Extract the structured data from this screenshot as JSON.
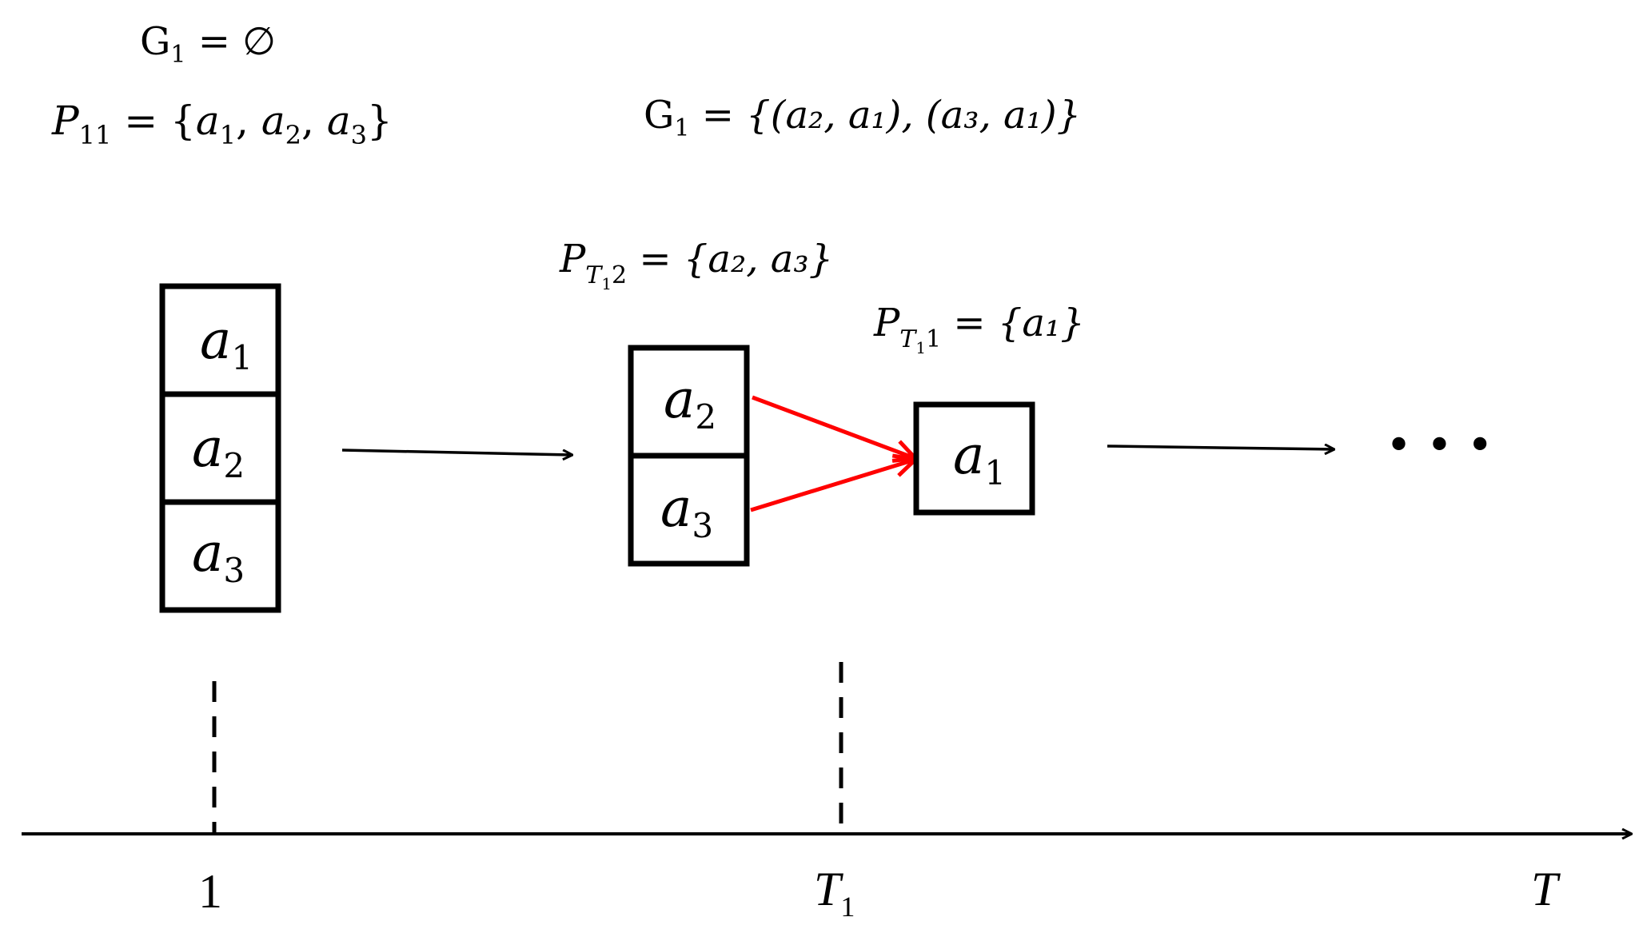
{
  "labels": {
    "g1_empty": {
      "G": "G",
      "sub": "1",
      "rest": " = ∅"
    },
    "p11": {
      "P": "P",
      "sub": "11",
      "a1": "a",
      "a1s": "1",
      "a2": "a",
      "a2s": "2",
      "a3": "a",
      "a3s": "3"
    },
    "g1_edges": {
      "G": "G",
      "sub": "1",
      "text": " = {(a₂, a₁), (a₃, a₁)}"
    },
    "pt12": {
      "P": "P",
      "T": "T",
      "Ts": "1",
      "idx": "2",
      "text": " = {a₂, a₃}"
    },
    "pt11": {
      "P": "P",
      "T": "T",
      "Ts": "1",
      "idx": "1",
      "text": " = {a₁}"
    }
  },
  "stack1": [
    {
      "name": "a",
      "sub": "1"
    },
    {
      "name": "a",
      "sub": "2"
    },
    {
      "name": "a",
      "sub": "3"
    }
  ],
  "stack2": [
    {
      "name": "a",
      "sub": "2"
    },
    {
      "name": "a",
      "sub": "3"
    }
  ],
  "stack3": [
    {
      "name": "a",
      "sub": "1"
    }
  ],
  "ellipsis": "• • •",
  "axis": {
    "tick1": "1",
    "tickT1": "T",
    "tickT1sub": "1",
    "end": "T"
  },
  "colors": {
    "edge": "#ff0000",
    "ink": "#000000"
  }
}
